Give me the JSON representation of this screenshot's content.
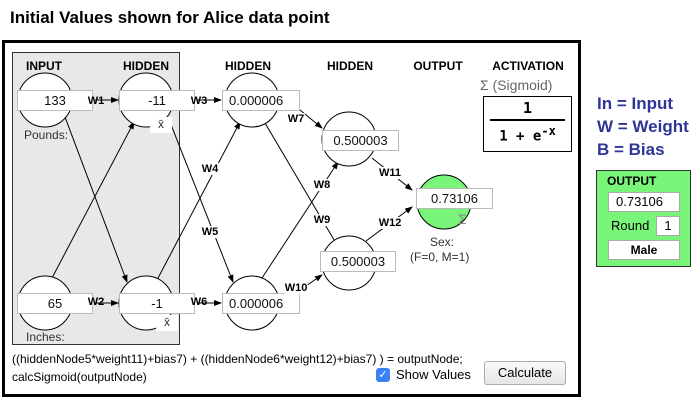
{
  "title": "Initial Values shown for Alice data point",
  "headers": {
    "input": "INPUT",
    "hidden1": "HIDDEN",
    "hidden2": "HIDDEN",
    "hidden3": "HIDDEN",
    "output": "OUTPUT",
    "activation": "ACTIVATION"
  },
  "nodes": {
    "input1": "133",
    "input2": "65",
    "hidden1": "-11",
    "hidden2": "-1",
    "hidden3": "0.000006",
    "hidden4": "0.000006",
    "hidden5": "0.500003",
    "hidden6": "0.500003",
    "output": "0.73106"
  },
  "labels": {
    "pounds": "Pounds:",
    "inches": "Inches:",
    "xbar1": "x̄",
    "xbar2": "x̄",
    "sigma": "Σ",
    "sex": "Sex:",
    "sex_codes": "(F=0, M=1)"
  },
  "weights": [
    "W1",
    "W2",
    "W3",
    "W4",
    "W5",
    "W6",
    "W7",
    "W8",
    "W9",
    "W10",
    "W11",
    "W12"
  ],
  "activation": {
    "name": "Σ (Sigmoid)",
    "numerator": "1",
    "denominator": "1 + e",
    "exponent": "-x"
  },
  "legend": [
    "In = Input",
    "W = Weight",
    "B = Bias"
  ],
  "output_panel": {
    "title": "OUTPUT",
    "value": "0.73106",
    "round_label": "Round",
    "round_value": "1",
    "result": "Male"
  },
  "formula": [
    "((hiddenNode5*weight11)+bias7) + ((hiddenNode6*weight12)+bias7) ) = outputNode;",
    "calcSigmoid(outputNode)"
  ],
  "show_values": {
    "label": "Show Values",
    "checked": true
  },
  "calculate_label": "Calculate",
  "colors": {
    "output_green": "#79f57a",
    "legend_blue": "#2e3596"
  }
}
